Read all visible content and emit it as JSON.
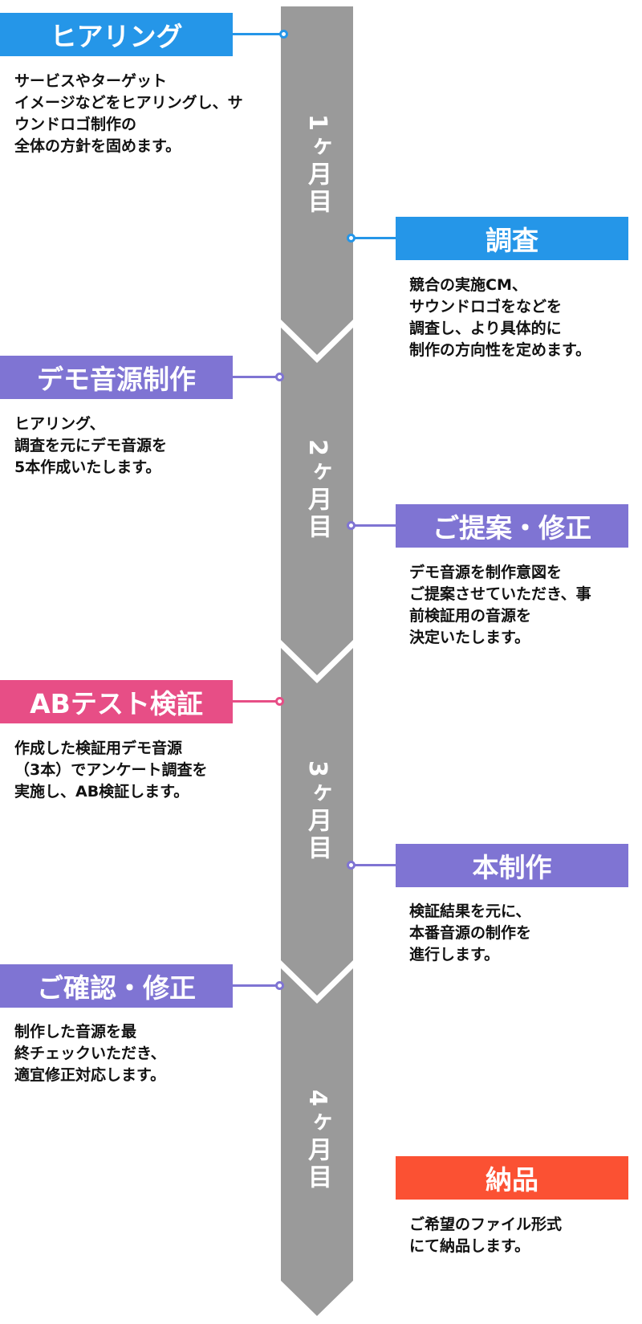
{
  "colors": {
    "blue": "#2596e8",
    "purple": "#7f74d3",
    "pink": "#e74e86",
    "orange": "#fb5133",
    "spine": "#9a9a9a"
  },
  "months": [
    {
      "label": "1ヶ月目"
    },
    {
      "label": "2ヶ月目"
    },
    {
      "label": "3ヶ月目"
    },
    {
      "label": "4ヶ月目"
    }
  ],
  "steps": [
    {
      "title": "ヒアリング",
      "desc": "サービスやターゲット\nイメージなどをヒアリングし、サ\nウンドロゴ制作の\n全体の方針を固めます。"
    },
    {
      "title": "調査",
      "desc": "競合の実施CM、\nサウンドロゴをなどを\n調査し、より具体的に\n制作の方向性を定めます。"
    },
    {
      "title": "デモ音源制作",
      "desc": "ヒアリング、\n調査を元にデモ音源を\n5本作成いたします。"
    },
    {
      "title": "ご提案・修正",
      "desc": "デモ音源を制作意図を\nご提案させていただき、事\n前検証用の音源を\n決定いたします。"
    },
    {
      "title": "ABテスト検証",
      "desc": "作成した検証用デモ音源\n（3本）でアンケート調査を\n実施し、AB検証します。"
    },
    {
      "title": "本制作",
      "desc": "検証結果を元に、\n本番音源の制作を\n進行します。"
    },
    {
      "title": "ご確認・修正",
      "desc": "制作した音源を最\n終チェックいただき、\n適宜修正対応します。"
    },
    {
      "title": "納品",
      "desc": "ご希望のファイル形式\nにて納品します。"
    }
  ]
}
